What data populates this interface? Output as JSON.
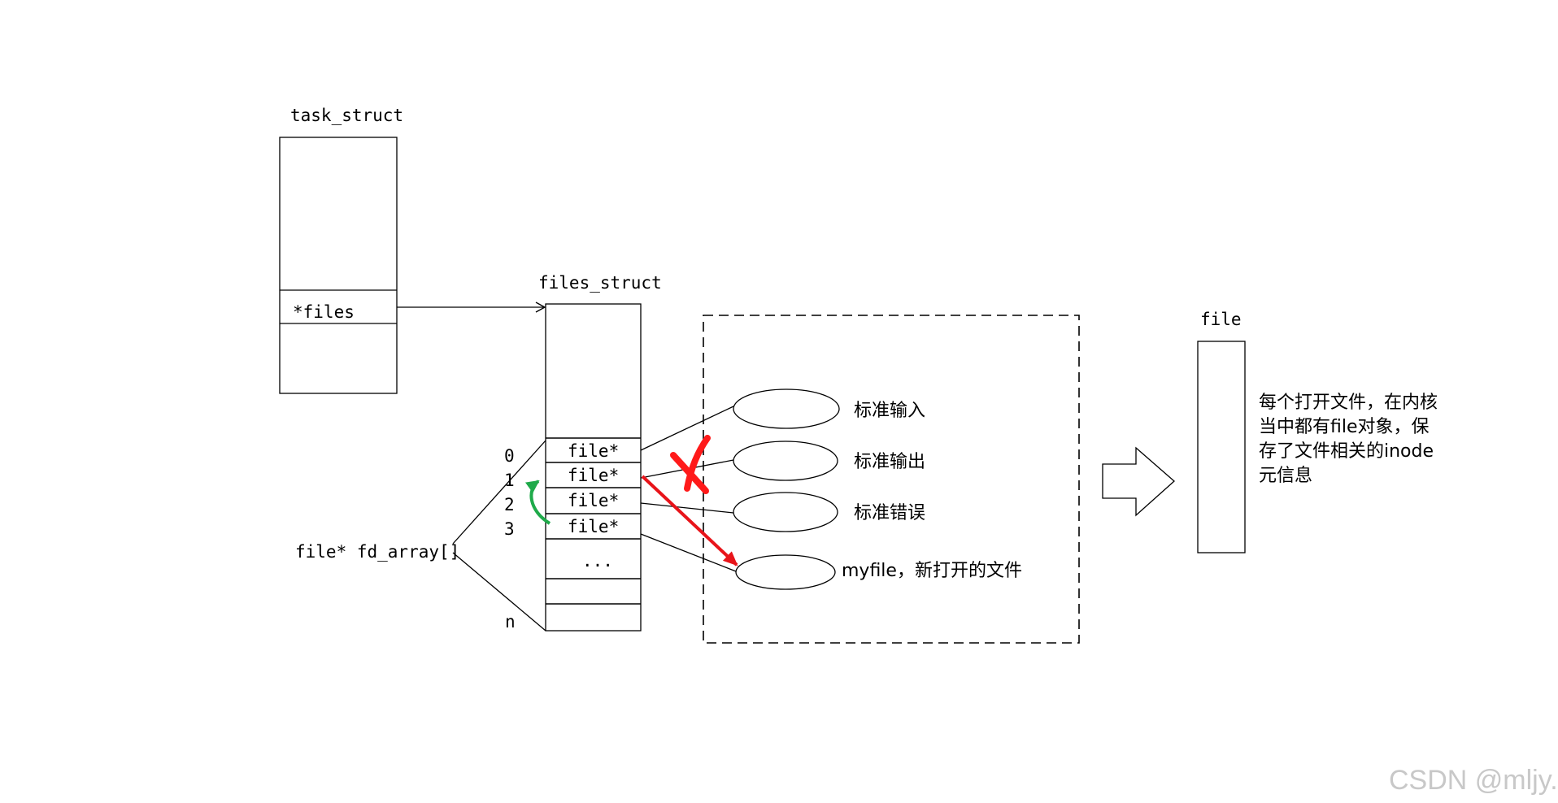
{
  "task_struct": {
    "title": "task_struct",
    "field": "*files"
  },
  "files_struct": {
    "title": "files_struct",
    "slots": [
      "file*",
      "file*",
      "file*",
      "file*",
      "..."
    ],
    "indices": [
      "0",
      "1",
      "2",
      "3",
      "n"
    ],
    "array_label": "file* fd_array[]"
  },
  "open_files": [
    "标准输入",
    "标准输出",
    "标准错误",
    "myfile，新打开的文件"
  ],
  "file_obj": {
    "title": "file",
    "note": [
      "每个打开文件，在内核",
      "当中都有file对象，保",
      "存了文件相关的inode",
      "元信息"
    ]
  },
  "colors": {
    "cross": "#ff1a1a",
    "arrow_red": "#e8141a",
    "arrow_green": "#1faa4a",
    "line": "#000000"
  },
  "watermark": "CSDN @mljy."
}
